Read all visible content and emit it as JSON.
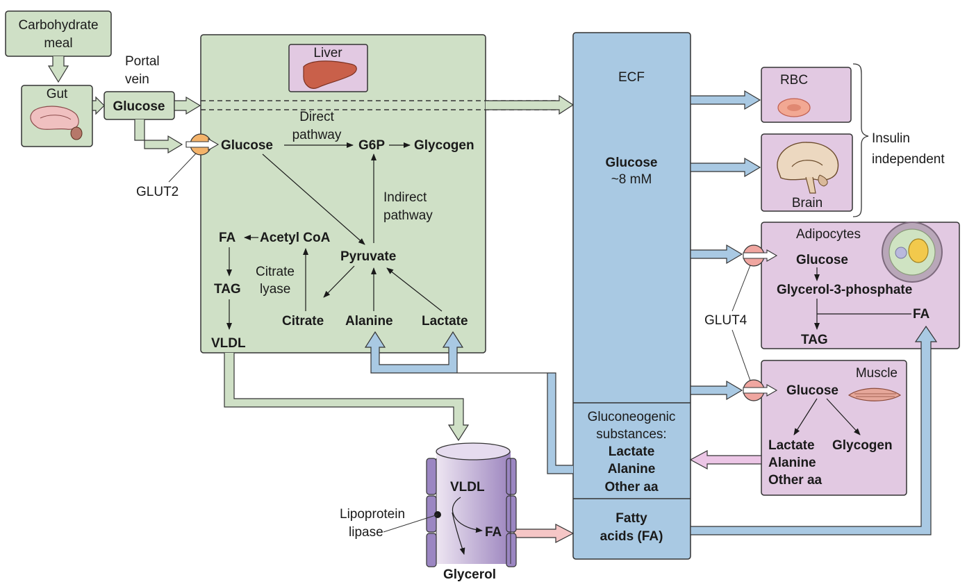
{
  "meal": [
    "Carbohydrate",
    "meal"
  ],
  "gut": "Gut",
  "portal_vein": [
    "Portal",
    "vein"
  ],
  "gut_glucose": "Glucose",
  "glut2": "GLUT2",
  "liver": {
    "title": "Liver",
    "glucose": "Glucose",
    "direct_pathway": [
      "Direct",
      "pathway"
    ],
    "g6p": "G6P",
    "glycogen": "Glycogen",
    "indirect_pathway": [
      "Indirect",
      "pathway"
    ],
    "fa": "FA",
    "acetyl_coa": "Acetyl CoA",
    "pyruvate": "Pyruvate",
    "citrate_lyase": [
      "Citrate",
      "lyase"
    ],
    "tag": "TAG",
    "citrate": "Citrate",
    "alanine": "Alanine",
    "lactate": "Lactate",
    "vldl": "VLDL"
  },
  "ecf": {
    "title": "ECF",
    "glucose": "Glucose",
    "glucose_conc": "~8 mM",
    "gluconeogenic": [
      "Gluconeogenic",
      "substances:"
    ],
    "gluconeogenic_items": [
      "Lactate",
      "Alanine",
      "Other aa"
    ],
    "fatty_acids": [
      "Fatty",
      "acids (FA)"
    ]
  },
  "rbc": "RBC",
  "brain": "Brain",
  "insulin_independent": [
    "Insulin",
    "independent"
  ],
  "adipocytes": {
    "title": "Adipocytes",
    "glucose": "Glucose",
    "g3p": "Glycerol-3-phosphate",
    "fa": "FA",
    "tag": "TAG"
  },
  "glut4": "GLUT4",
  "muscle": {
    "title": "Muscle",
    "glucose": "Glucose",
    "lactate": "Lactate",
    "glycogen": "Glycogen",
    "alanine": "Alanine",
    "other_aa": "Other aa"
  },
  "vessel": {
    "vldl": "VLDL",
    "fa": "FA",
    "glycerol": "Glycerol",
    "lipoprotein_lipase": [
      "Lipoprotein",
      "lipase"
    ]
  },
  "colors": {
    "green_fill": "#cfe0c6",
    "blue_fill": "#a9c9e3",
    "purple_fill": "#e2c9e2",
    "pink_arrow": "#f5c6c6"
  }
}
